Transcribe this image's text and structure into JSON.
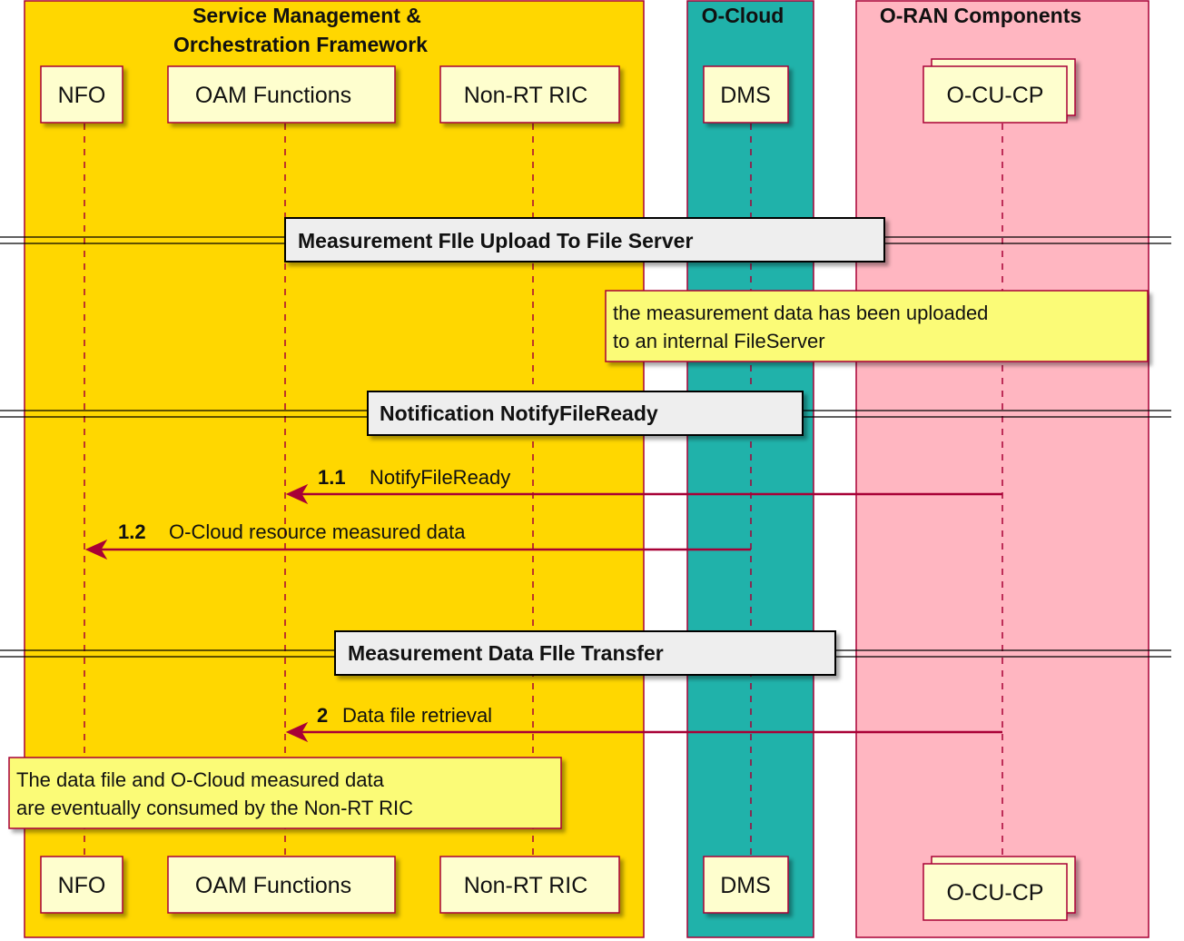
{
  "boxes": [
    {
      "id": "smo",
      "title_lines": [
        "Service Management &",
        "Orchestration Framework"
      ],
      "color": "#FFD700"
    },
    {
      "id": "ocloud",
      "title_lines": [
        "O-Cloud"
      ],
      "color": "#20B2AA"
    },
    {
      "id": "oran",
      "title_lines": [
        "O-RAN Components"
      ],
      "color": "#FFB6C1"
    }
  ],
  "participants": [
    {
      "id": "nfo",
      "label": "NFO"
    },
    {
      "id": "oam",
      "label": "OAM Functions"
    },
    {
      "id": "nonrt",
      "label": "Non-RT RIC"
    },
    {
      "id": "dms",
      "label": "DMS"
    },
    {
      "id": "ocucp",
      "label": "O-CU-CP",
      "collection": true
    }
  ],
  "dividers": [
    {
      "label": "Measurement FIle Upload To File Server"
    },
    {
      "label": "Notification NotifyFileReady"
    },
    {
      "label": "Measurement Data FIle Transfer"
    }
  ],
  "notes": [
    {
      "lines": [
        "the measurement data has been uploaded",
        "to an internal FileServer"
      ]
    },
    {
      "lines": [
        "The data file and O-Cloud measured data",
        "are eventually consumed by the Non-RT RIC"
      ]
    }
  ],
  "messages": [
    {
      "number": "1.1",
      "label": "NotifyFileReady",
      "from": "ocucp",
      "to": "oam"
    },
    {
      "number": "1.2",
      "label": "O-Cloud resource measured data",
      "from": "dms",
      "to": "nfo"
    },
    {
      "number": "2",
      "label": "Data file retrieval",
      "from": "ocucp",
      "to": "oam"
    }
  ],
  "colors": {
    "border": "#A80036",
    "participant_fill": "#FEFECE",
    "note_fill": "#FBFB77",
    "divider_fill": "#EEEEEE",
    "arrow": "#A80036"
  }
}
